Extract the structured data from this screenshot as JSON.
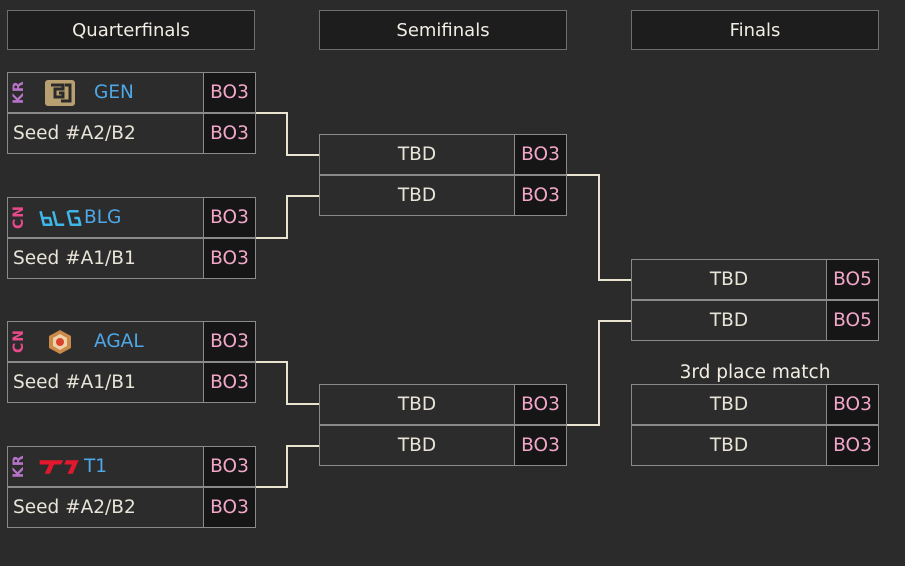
{
  "headers": {
    "quarterfinals": "Quarterfinals",
    "semifinals": "Semifinals",
    "finals": "Finals"
  },
  "quarterfinals": [
    {
      "team": {
        "region": "KR",
        "region_color": "#b673c8",
        "logo": "gen-logo-icon",
        "name": "GEN",
        "format": "BO3"
      },
      "seed": {
        "name": "Seed #A2/B2",
        "format": "BO3"
      }
    },
    {
      "team": {
        "region": "CN",
        "region_color": "#e94a8c",
        "logo": "blg-logo-icon",
        "name": "BLG",
        "format": "BO3"
      },
      "seed": {
        "name": "Seed #A1/B1",
        "format": "BO3"
      }
    },
    {
      "team": {
        "region": "CN",
        "region_color": "#e94a8c",
        "logo": "agal-logo-icon",
        "name": "AGAL",
        "format": "BO3"
      },
      "seed": {
        "name": "Seed #A1/B1",
        "format": "BO3"
      }
    },
    {
      "team": {
        "region": "KR",
        "region_color": "#b673c8",
        "logo": "t1-logo-icon",
        "name": "T1",
        "format": "BO3"
      },
      "seed": {
        "name": "Seed #A2/B2",
        "format": "BO3"
      }
    }
  ],
  "semifinals": [
    [
      {
        "name": "TBD",
        "format": "BO3"
      },
      {
        "name": "TBD",
        "format": "BO3"
      }
    ],
    [
      {
        "name": "TBD",
        "format": "BO3"
      },
      {
        "name": "TBD",
        "format": "BO3"
      }
    ]
  ],
  "finals": [
    {
      "name": "TBD",
      "format": "BO5"
    },
    {
      "name": "TBD",
      "format": "BO5"
    }
  ],
  "third_place": {
    "label": "3rd place match",
    "rows": [
      {
        "name": "TBD",
        "format": "BO3"
      },
      {
        "name": "TBD",
        "format": "BO3"
      }
    ]
  },
  "colors": {
    "team_name": "#4ea7e6",
    "format": "#f2a6c8",
    "connector": "#e8e4d0"
  }
}
